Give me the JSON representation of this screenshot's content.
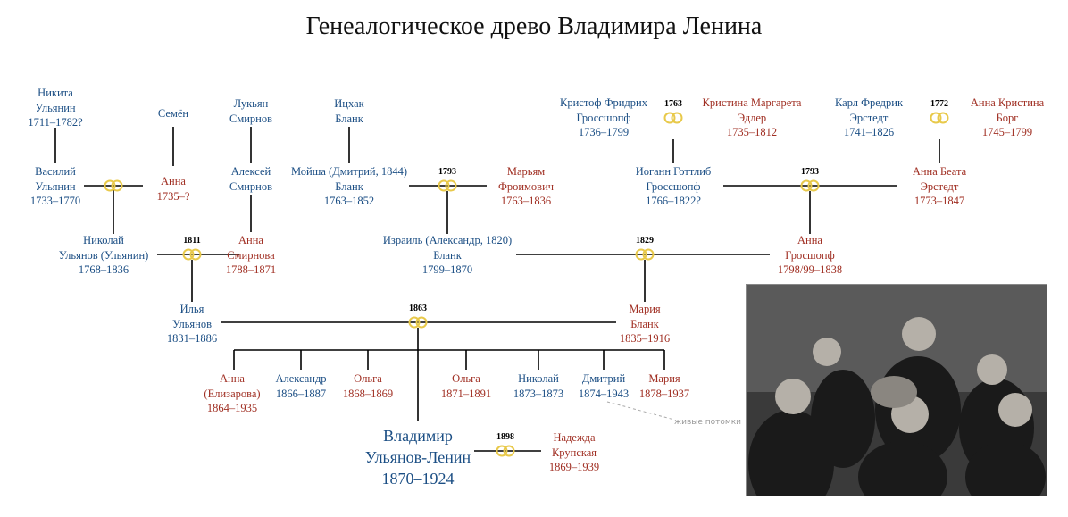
{
  "title": "Генеалогическое древо Владимира Ленина",
  "people": {
    "nikita": [
      "Никита",
      "Ульянин",
      "1711–1782?"
    ],
    "semen": [
      "Семён"
    ],
    "lukyan": [
      "Лукьян",
      "Смирнов"
    ],
    "itshak": [
      "Ицхак",
      "Бланк"
    ],
    "christoph": [
      "Кристоф Фридрих",
      "Гроссшопф",
      "1736–1799"
    ],
    "christina": [
      "Кристина Маргарета",
      "Эдлер",
      "1735–1812"
    ],
    "karl": [
      "Карл Фредрик",
      "Эрстедт",
      "1741–1826"
    ],
    "anna_kristina": [
      "Анна Кристина",
      "Борг",
      "1745–1799"
    ],
    "vasily": [
      "Василий",
      "Ульянин",
      "1733–1770"
    ],
    "anna_1735": [
      "Анна",
      "1735–?"
    ],
    "aleksey": [
      "Алексей",
      "Смирнов"
    ],
    "moisha": [
      "Мойша (Дмитрий, 1844)",
      "Бланк",
      "1763–1852"
    ],
    "maryam": [
      "Марьям",
      "Фроимович",
      "1763–1836"
    ],
    "johann": [
      "Иоганн Готтлиб",
      "Гроссшопф",
      "1766–1822?"
    ],
    "anna_beata": [
      "Анна Беата",
      "Эрстедт",
      "1773–1847"
    ],
    "nikolay": [
      "Николай",
      "Ульянов (Ульянин)",
      "1768–1836"
    ],
    "anna_smirnova": [
      "Анна",
      "Смирнова",
      "1788–1871"
    ],
    "israil": [
      "Израиль (Александр, 1820)",
      "Бланк",
      "1799–1870"
    ],
    "anna_grosshopf": [
      "Анна",
      "Гросшопф",
      "1798/99–1838"
    ],
    "ilya": [
      "Илья",
      "Ульянов",
      "1831–1886"
    ],
    "maria_blank": [
      "Мария",
      "Бланк",
      "1835–1916"
    ],
    "anna_eliz": [
      "Анна",
      "(Елизарова)",
      "1864–1935"
    ],
    "aleksandr": [
      "Александр",
      "1866–1887"
    ],
    "olga1": [
      "Ольга",
      "1868–1869"
    ],
    "olga2": [
      "Ольга",
      "1871–1891"
    ],
    "nikolay2": [
      "Николай",
      "1873–1873"
    ],
    "dmitry": [
      "Дмитрий",
      "1874–1943"
    ],
    "maria2": [
      "Мария",
      "1878–1937"
    ],
    "vladimir": [
      "Владимир",
      "Ульянов-Ленин",
      "1870–1924"
    ],
    "nadezhda": [
      "Надежда",
      "Крупская",
      "1869–1939"
    ]
  },
  "marriage_years": {
    "y1763": "1763",
    "y1772": "1772",
    "y1793a": "1793",
    "y1793b": "1793",
    "y1811": "1811",
    "y1829": "1829",
    "y1863": "1863",
    "y1898": "1898"
  },
  "note": "живые потомки",
  "colors": {
    "male": "#1b4e84",
    "female": "#a02f23",
    "ring": "#e8c94a"
  }
}
